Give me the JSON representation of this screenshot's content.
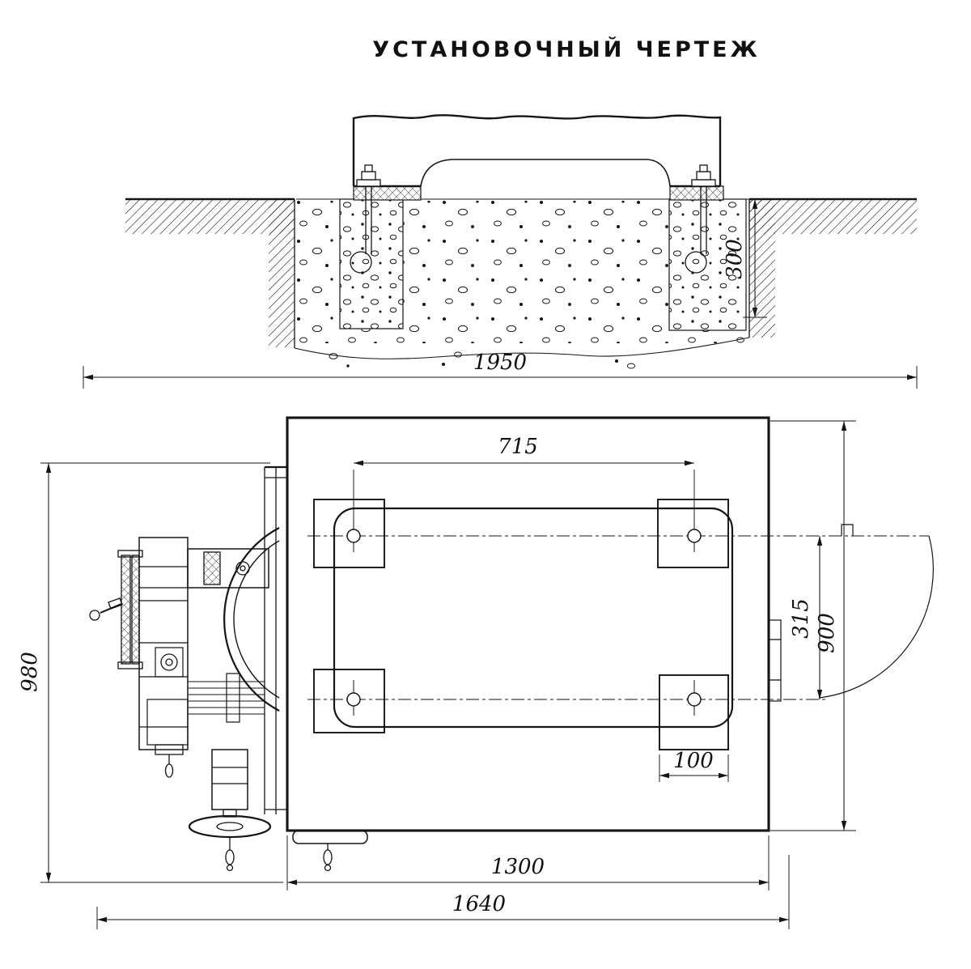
{
  "title": "УСТАНОВОЧНЫЙ ЧЕРТЕЖ",
  "dimensions": {
    "overall_width_mm": "1950",
    "front_anchor_span_mm": "715",
    "rear_anchor_span_mm": "315",
    "plan_depth_mm": "900",
    "anchor_embed_depth_mm": "300",
    "pad_width_mm": "100",
    "base_length_mm": "1300",
    "overall_length_mm": "1640",
    "overhang_mm": "980"
  },
  "colors": {
    "ink": "#151515",
    "paper": "#ffffff"
  }
}
